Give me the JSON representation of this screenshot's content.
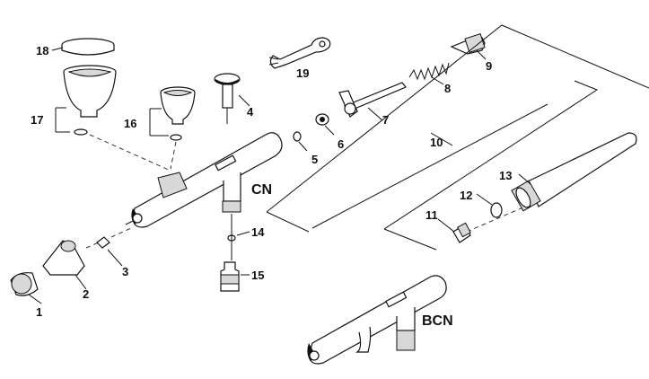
{
  "diagram": {
    "model_labels": {
      "cn": "CN",
      "bcn": "BCN"
    },
    "callouts": [
      "1",
      "2",
      "3",
      "4",
      "5",
      "6",
      "7",
      "8",
      "9",
      "10",
      "11",
      "12",
      "13",
      "14",
      "15",
      "16",
      "17",
      "18",
      "19"
    ]
  }
}
